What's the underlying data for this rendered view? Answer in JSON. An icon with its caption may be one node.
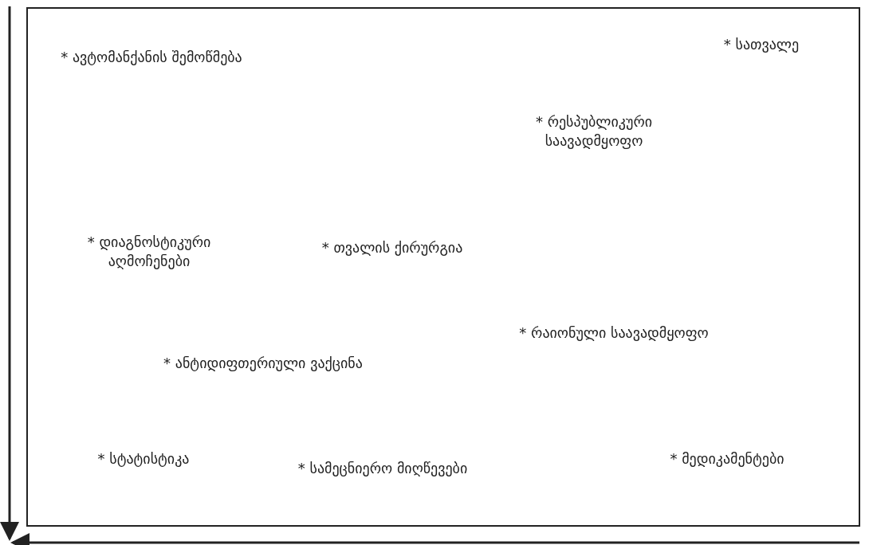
{
  "diagram": {
    "labels": [
      "* ავტომანქანის შემოწმება",
      "* სათვალე",
      "* რესპუბლიკური საავადმყოფო",
      "* დიაგნოსტიკური აღმოჩენები",
      "* თვალის ქირურგია",
      "* რაიონული საავადმყოფო",
      "* ანტიდიფთერიული ვაქცინა",
      "* სტატისტიკა",
      "* სამეცნიერო მიღწევები",
      "* მედიკამენტები"
    ]
  }
}
